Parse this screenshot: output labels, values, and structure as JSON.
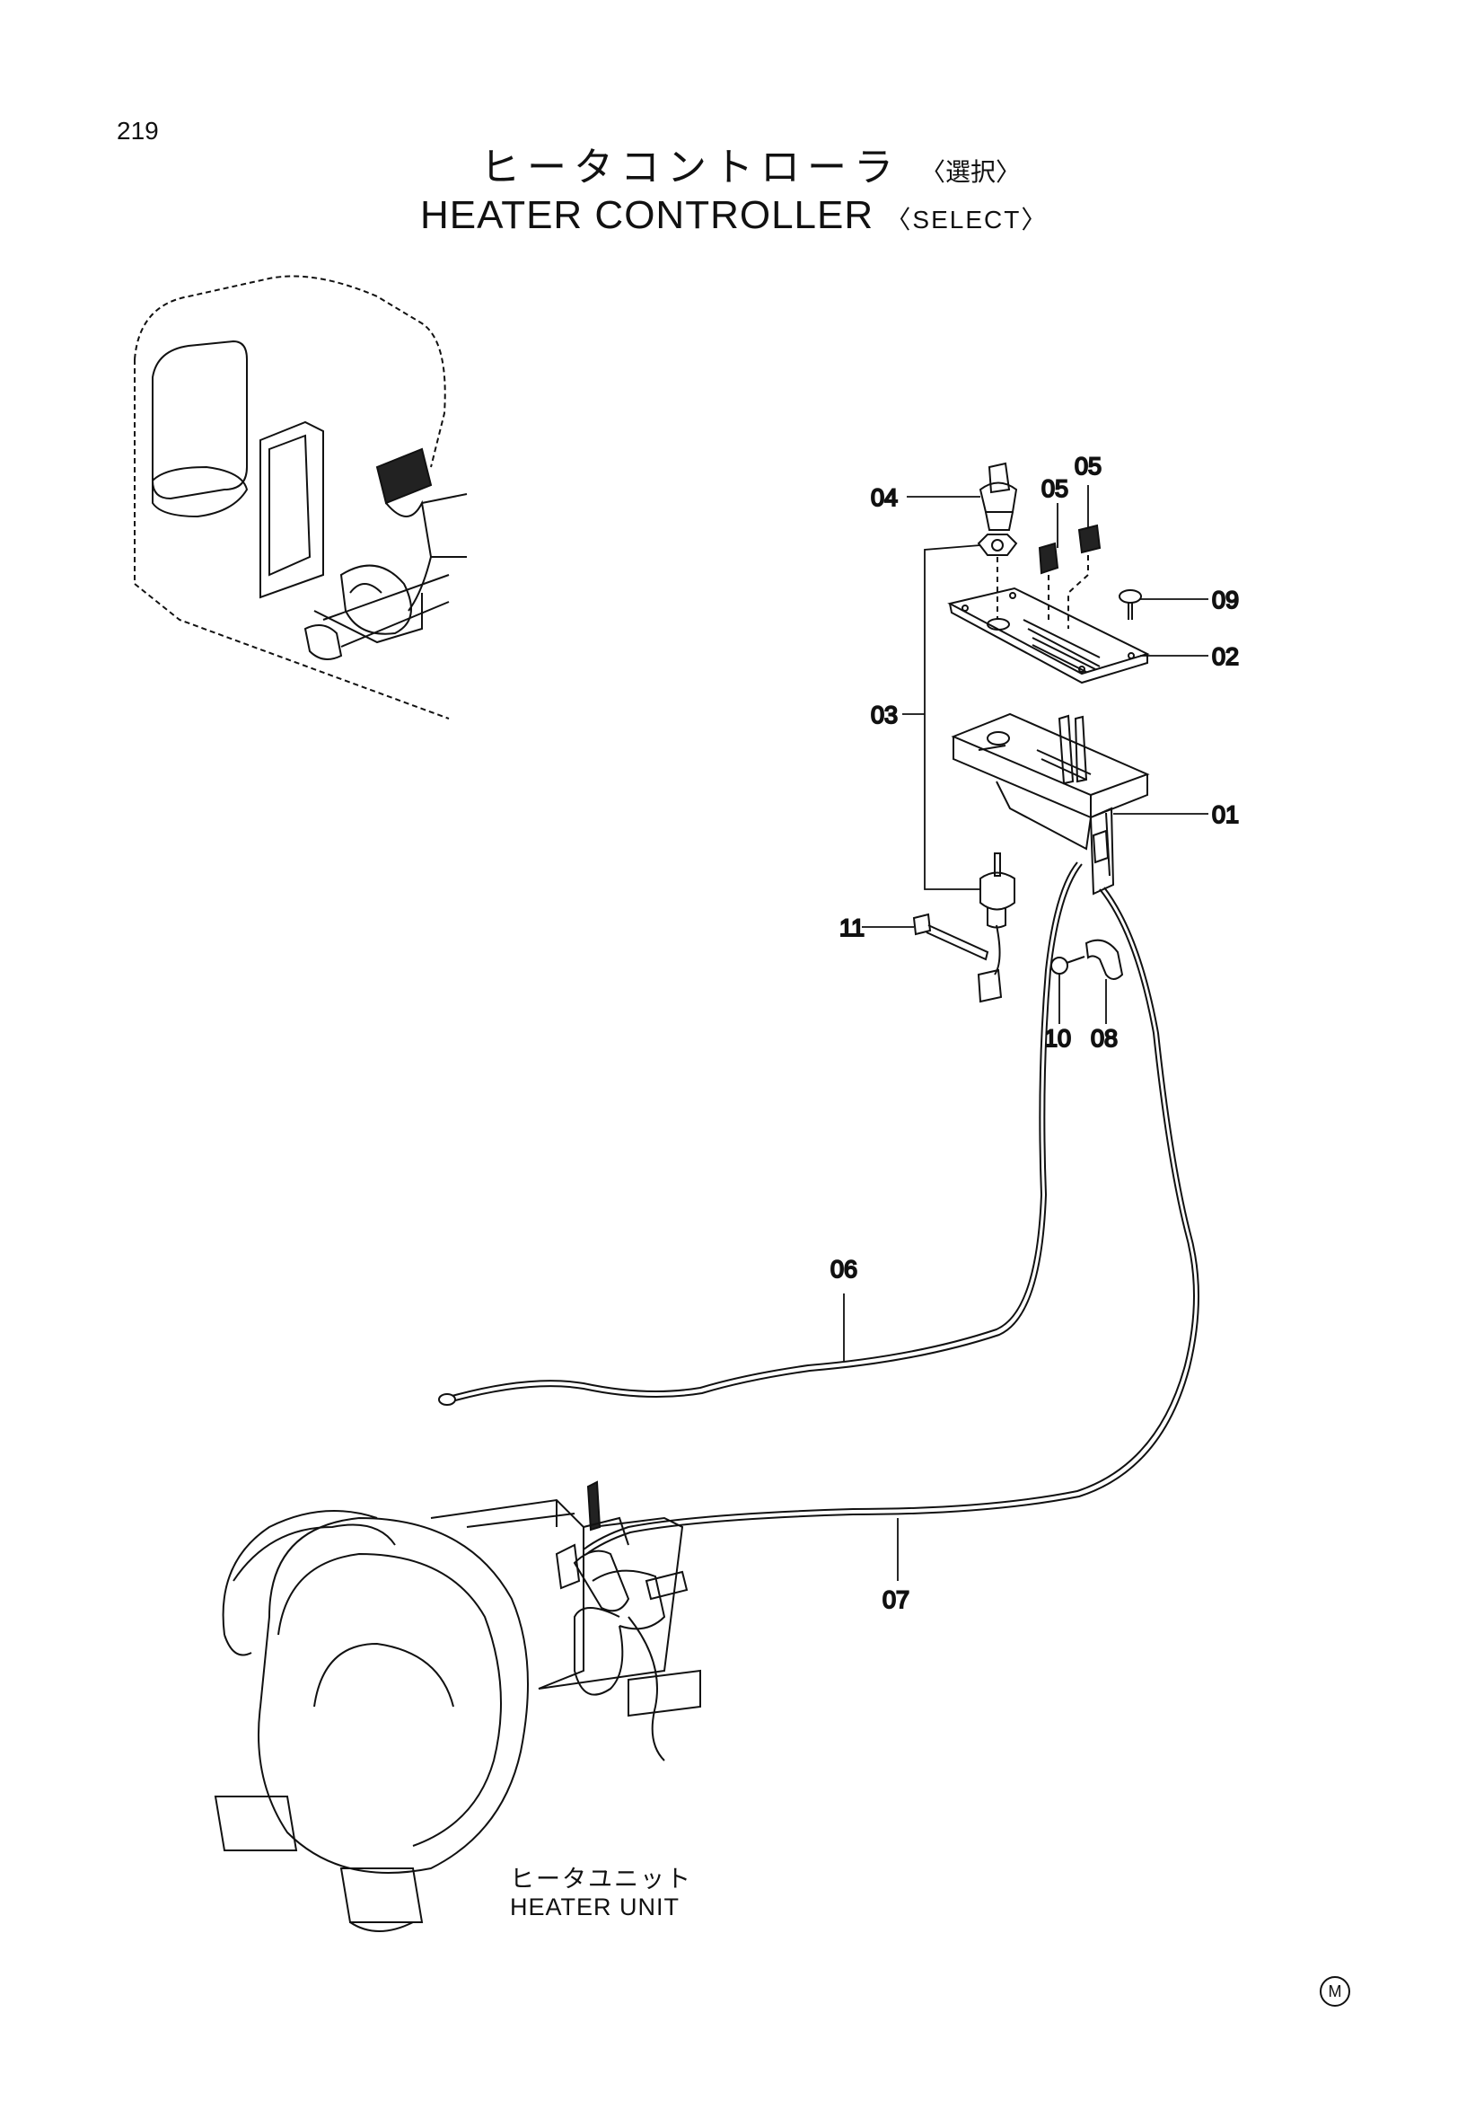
{
  "page": {
    "number": "219"
  },
  "title": {
    "japanese": "ヒータコントローラ",
    "japanese_qualifier": "〈選択〉",
    "english": "HEATER CONTROLLER",
    "english_qualifier": "〈SELECT〉"
  },
  "callouts": [
    "01",
    "02",
    "03",
    "04",
    "05",
    "05",
    "06",
    "07",
    "08",
    "09",
    "10",
    "11"
  ],
  "heater_unit": {
    "japanese": "ヒータユニット",
    "english": "HEATER UNIT"
  },
  "mark": "M"
}
